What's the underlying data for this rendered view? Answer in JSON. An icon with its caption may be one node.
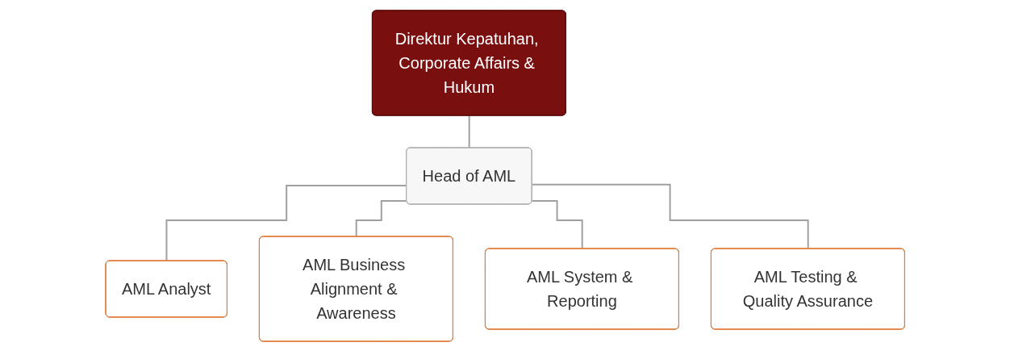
{
  "diagram": {
    "nodes": [
      {
        "text": [
          "Direktur Kepatuhan, Corporate Affairs & Hukum"
        ]
      },
      {
        "text": [
          "Head of AML"
        ]
      },
      {
        "text": [
          "AML Analyst"
        ]
      },
      {
        "text": [
          "AML Business Alignment & Awareness"
        ]
      },
      {
        "text": [
          "AML System & Reporting"
        ]
      },
      {
        "text": [
          "AML Testing & Quality Assurance"
        ]
      }
    ],
    "edges": [
      {
        "from": 0,
        "to": 1,
        "arrow": "none"
      },
      {
        "from": 1,
        "to": 2,
        "arrow": "none"
      },
      {
        "from": 1,
        "to": 3,
        "arrow": "none"
      },
      {
        "from": 1,
        "to": 4,
        "arrow": "none"
      },
      {
        "from": 1,
        "to": 5,
        "arrow": "none"
      }
    ]
  }
}
